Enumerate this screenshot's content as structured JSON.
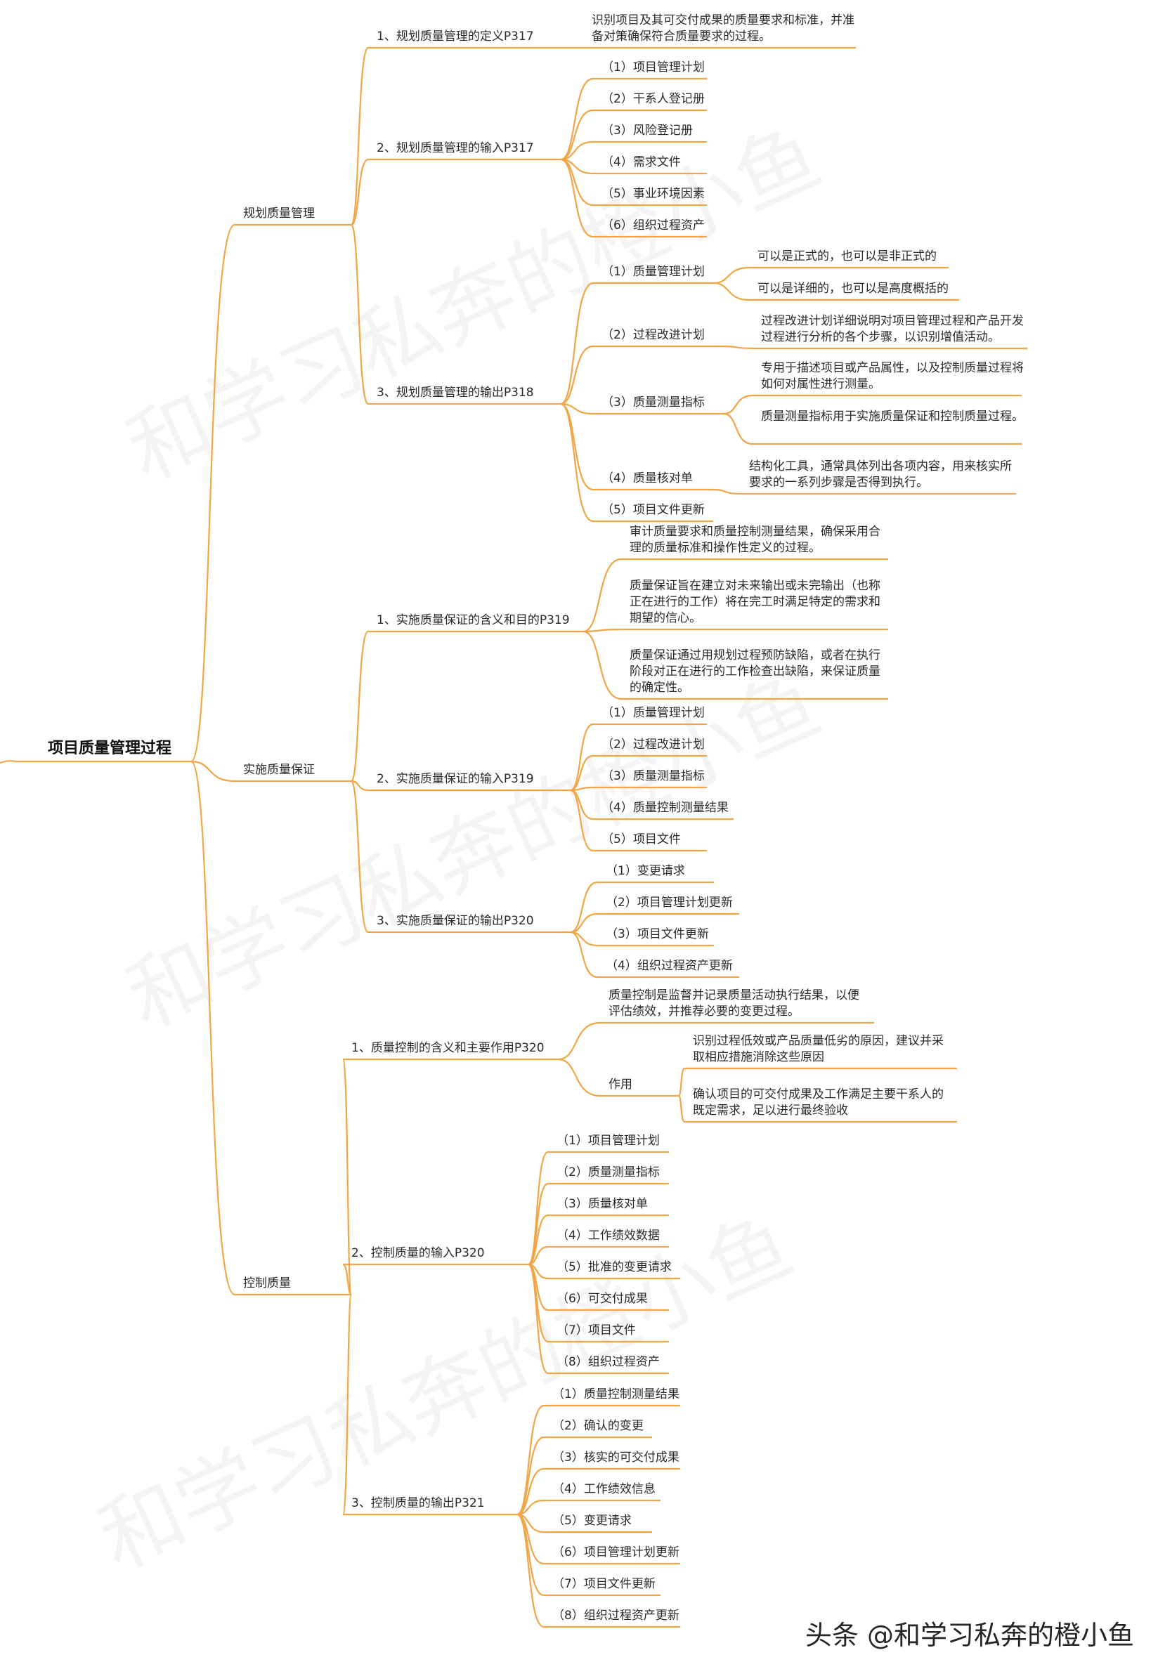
{
  "watermark": "和学习私奔的橙小鱼",
  "credit": "头条 @和学习私奔的橙小鱼",
  "colors": {
    "line": "#f2a545",
    "text": "#2a2a2a"
  },
  "tree": {
    "label": "项目质量管理过程",
    "children": [
      {
        "label": "规划质量管理",
        "children": [
          {
            "label": "1、规划质量管理的定义P317",
            "children": [
              {
                "label": "识别项目及其可交付成果的质量要求和标准，并准备对策确保符合质量要求的过程。"
              }
            ]
          },
          {
            "label": "2、规划质量管理的输入P317",
            "children": [
              {
                "label": "（1）项目管理计划"
              },
              {
                "label": "（2）干系人登记册"
              },
              {
                "label": "（3）风险登记册"
              },
              {
                "label": "（4）需求文件"
              },
              {
                "label": "（5）事业环境因素"
              },
              {
                "label": "（6）组织过程资产"
              }
            ]
          },
          {
            "label": "3、规划质量管理的输出P318",
            "children": [
              {
                "label": "（1）质量管理计划",
                "children": [
                  {
                    "label": "可以是正式的，也可以是非正式的"
                  },
                  {
                    "label": "可以是详细的，也可以是高度概括的"
                  }
                ]
              },
              {
                "label": "（2）过程改进计划",
                "children": [
                  {
                    "label": "过程改进计划详细说明对项目管理过程和产品开发过程进行分析的各个步骤，以识别增值活动。"
                  }
                ]
              },
              {
                "label": "（3）质量测量指标",
                "children": [
                  {
                    "label": "专用于描述项目或产品属性，以及控制质量过程将如何对属性进行测量。"
                  },
                  {
                    "label": "质量测量指标用于实施质量保证和控制质量过程。"
                  }
                ]
              },
              {
                "label": "（4）质量核对单",
                "children": [
                  {
                    "label": "结构化工具，通常具体列出各项内容，用来核实所要求的一系列步骤是否得到执行。"
                  }
                ]
              },
              {
                "label": "（5）项目文件更新"
              }
            ]
          }
        ]
      },
      {
        "label": "实施质量保证",
        "children": [
          {
            "label": "1、实施质量保证的含义和目的P319",
            "children": [
              {
                "label": "审计质量要求和质量控制测量结果，确保采用合理的质量标准和操作性定义的过程。"
              },
              {
                "label": "质量保证旨在建立对未来输出或未完输出（也称正在进行的工作）将在完工时满足特定的需求和期望的信心。"
              },
              {
                "label": "质量保证通过用规划过程预防缺陷，或者在执行阶段对正在进行的工作检查出缺陷，来保证质量的确定性。"
              }
            ]
          },
          {
            "label": "2、实施质量保证的输入P319",
            "children": [
              {
                "label": "（1）质量管理计划"
              },
              {
                "label": "（2）过程改进计划"
              },
              {
                "label": "（3）质量测量指标"
              },
              {
                "label": "（4）质量控制测量结果"
              },
              {
                "label": "（5）项目文件"
              }
            ]
          },
          {
            "label": "3、实施质量保证的输出P320",
            "children": [
              {
                "label": "（1）变更请求"
              },
              {
                "label": "（2）项目管理计划更新"
              },
              {
                "label": "（3）项目文件更新"
              },
              {
                "label": "（4）组织过程资产更新"
              }
            ]
          }
        ]
      },
      {
        "label": "控制质量",
        "children": [
          {
            "label": "1、质量控制的含义和主要作用P320",
            "children": [
              {
                "label": "质量控制是监督并记录质量活动执行结果，以便评估绩效，并推荐必要的变更过程。"
              },
              {
                "label": "作用",
                "children": [
                  {
                    "label": "识别过程低效或产品质量低劣的原因，建议并采取相应措施消除这些原因"
                  },
                  {
                    "label": "确认项目的可交付成果及工作满足主要干系人的既定需求，足以进行最终验收"
                  }
                ]
              }
            ]
          },
          {
            "label": "2、控制质量的输入P320",
            "children": [
              {
                "label": "（1）项目管理计划"
              },
              {
                "label": "（2）质量测量指标"
              },
              {
                "label": "（3）质量核对单"
              },
              {
                "label": "（4）工作绩效数据"
              },
              {
                "label": "（5）批准的变更请求"
              },
              {
                "label": "（6）可交付成果"
              },
              {
                "label": "（7）项目文件"
              },
              {
                "label": "（8）组织过程资产"
              }
            ]
          },
          {
            "label": "3、控制质量的输出P321",
            "children": [
              {
                "label": "（1）质量控制测量结果"
              },
              {
                "label": "（2）确认的变更"
              },
              {
                "label": "（3）核实的可交付成果"
              },
              {
                "label": "（4）工作绩效信息"
              },
              {
                "label": "（5）变更请求"
              },
              {
                "label": "（6）项目管理计划更新"
              },
              {
                "label": "（7）项目文件更新"
              },
              {
                "label": "（8）组织过程资产更新"
              }
            ]
          }
        ]
      }
    ]
  }
}
